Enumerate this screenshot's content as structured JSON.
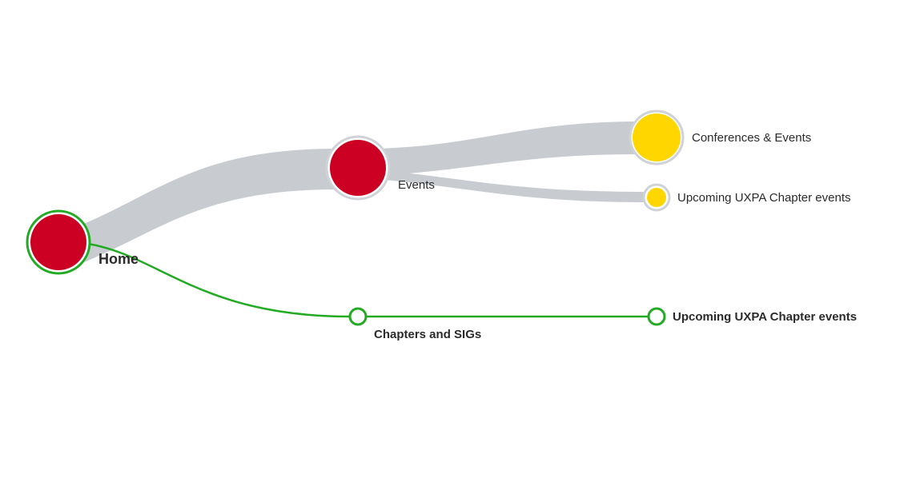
{
  "colors": {
    "flow": "#c8ccd1",
    "path": "#22aa22",
    "node_red": "#cc0022",
    "node_yellow": "#ffd600",
    "node_ring": "#cfd2d6",
    "node_white": "#ffffff"
  },
  "nodes": {
    "home": {
      "label": "Home",
      "color": "red",
      "in_path": true
    },
    "events": {
      "label": "Events",
      "color": "red",
      "in_path": false
    },
    "conferences": {
      "label": "Conferences & Events",
      "color": "yellow",
      "in_path": false
    },
    "upcoming_flow": {
      "label": "Upcoming UXPA Chapter events",
      "color": "yellow",
      "in_path": false
    },
    "chapters": {
      "label": "Chapters and SIGs",
      "color": "white",
      "in_path": true
    },
    "upcoming_path": {
      "label": "Upcoming UXPA Chapter events",
      "color": "white",
      "in_path": true
    }
  },
  "links": [
    {
      "from": "home",
      "to": "events",
      "kind": "flow"
    },
    {
      "from": "events",
      "to": "conferences",
      "kind": "flow"
    },
    {
      "from": "events",
      "to": "upcoming_flow",
      "kind": "flow"
    },
    {
      "from": "home",
      "to": "chapters",
      "kind": "path"
    },
    {
      "from": "chapters",
      "to": "upcoming_path",
      "kind": "path"
    }
  ]
}
